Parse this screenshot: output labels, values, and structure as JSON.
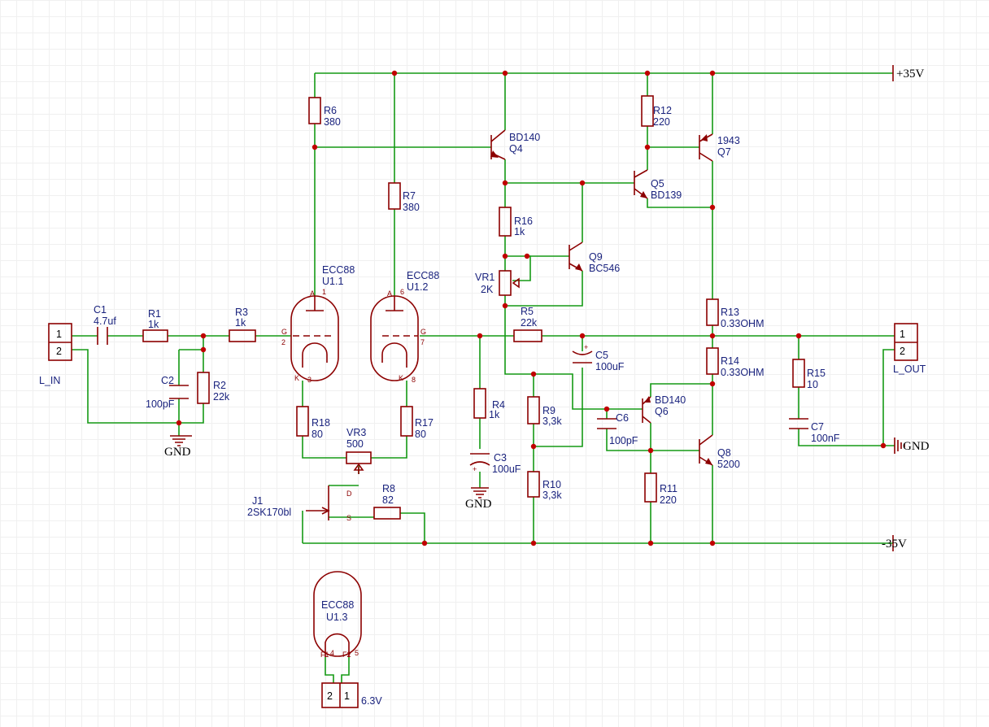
{
  "rails": {
    "pos": "+35V",
    "neg": "-35V",
    "gnd": "GND"
  },
  "connectors": {
    "in": {
      "name": "L_IN",
      "pins": [
        "1",
        "2"
      ]
    },
    "out": {
      "name": "L_OUT",
      "pins": [
        "1",
        "2"
      ]
    },
    "heater": {
      "value": "6.3V",
      "pins": [
        "2",
        "1"
      ]
    }
  },
  "components": {
    "C1": {
      "ref": "C1",
      "value": "4.7uf"
    },
    "R1": {
      "ref": "R1",
      "value": "1k"
    },
    "R3": {
      "ref": "R3",
      "value": "1k"
    },
    "C2": {
      "ref": "C2",
      "value": "100pF"
    },
    "R2": {
      "ref": "R2",
      "value": "22k"
    },
    "R6": {
      "ref": "R6",
      "value": "380"
    },
    "R7": {
      "ref": "R7",
      "value": "380"
    },
    "U11": {
      "type": "ECC88",
      "ref": "U1.1"
    },
    "U12": {
      "type": "ECC88",
      "ref": "U1.2"
    },
    "U13": {
      "type": "ECC88",
      "ref": "U1.3"
    },
    "R18": {
      "ref": "R18",
      "value": "80"
    },
    "R17": {
      "ref": "R17",
      "value": "80"
    },
    "VR3": {
      "ref": "VR3",
      "value": "500"
    },
    "J1": {
      "ref": "J1",
      "value": "2SK170bl"
    },
    "R8": {
      "ref": "R8",
      "value": "82"
    },
    "R4": {
      "ref": "R4",
      "value": "1k"
    },
    "C3": {
      "ref": "C3",
      "value": "100uF"
    },
    "Q4": {
      "ref": "Q4",
      "value": "BD140"
    },
    "R16": {
      "ref": "R16",
      "value": "1k"
    },
    "VR1": {
      "ref": "VR1",
      "value": "2K"
    },
    "Q9": {
      "ref": "Q9",
      "value": "BC546"
    },
    "R5": {
      "ref": "R5",
      "value": "22k"
    },
    "C5": {
      "ref": "C5",
      "value": "100uF"
    },
    "R9": {
      "ref": "R9",
      "value": "3,3k"
    },
    "R10": {
      "ref": "R10",
      "value": "3,3k"
    },
    "R12": {
      "ref": "R12",
      "value": "220"
    },
    "Q5": {
      "ref": "Q5",
      "value": "BD139"
    },
    "Q7": {
      "ref": "Q7",
      "value": "1943"
    },
    "R13": {
      "ref": "R13",
      "value": "0.33OHM"
    },
    "R14": {
      "ref": "R14",
      "value": "0.33OHM"
    },
    "Q6": {
      "ref": "Q6",
      "value": "BD140"
    },
    "C6": {
      "ref": "C6",
      "value": "100pF"
    },
    "Q8": {
      "ref": "Q8",
      "value": "5200"
    },
    "R11": {
      "ref": "R11",
      "value": "220"
    },
    "R15": {
      "ref": "R15",
      "value": "10"
    },
    "C7": {
      "ref": "C7",
      "value": "100nF"
    }
  },
  "pins": {
    "A": "A",
    "G": "G",
    "K": "K",
    "D": "D",
    "S": "S",
    "plus": "+",
    "F1": "F1",
    "F2": "F2",
    "p1": "1",
    "p2": "2",
    "p3": "3",
    "p4": "4",
    "p5": "5",
    "p6": "6",
    "p7": "7",
    "p8": "8"
  },
  "colors": {
    "wire": "#159a15",
    "component": "#8c0000",
    "label": "#1a237e",
    "junction": "#c00000"
  }
}
